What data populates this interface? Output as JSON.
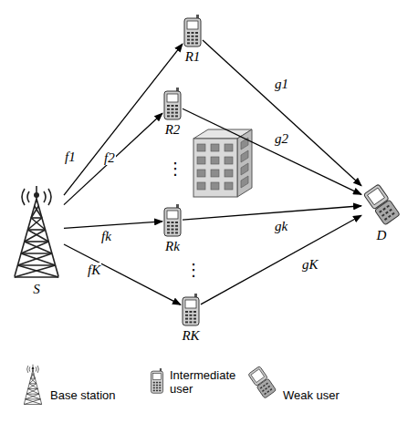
{
  "diagram": {
    "nodes": [
      {
        "text": [
          "S"
        ]
      },
      {
        "text": [
          "R1"
        ]
      },
      {
        "text": [
          "R2"
        ]
      },
      {
        "text": [
          "Rk"
        ]
      },
      {
        "text": [
          "RK"
        ]
      },
      {
        "text": [
          "D"
        ]
      }
    ],
    "edges": [
      {
        "from": 0,
        "to": 1,
        "arrow": "to",
        "label": "f1"
      },
      {
        "from": 0,
        "to": 2,
        "arrow": "to",
        "label": "f2"
      },
      {
        "from": 0,
        "to": 3,
        "arrow": "to",
        "label": "fk"
      },
      {
        "from": 0,
        "to": 4,
        "arrow": "to",
        "label": "fK"
      },
      {
        "from": 1,
        "to": 5,
        "arrow": "to",
        "label": "g1"
      },
      {
        "from": 2,
        "to": 5,
        "arrow": "to",
        "label": "g2"
      },
      {
        "from": 3,
        "to": 5,
        "arrow": "to",
        "label": "gk"
      },
      {
        "from": 4,
        "to": 5,
        "arrow": "to",
        "label": "gK"
      }
    ],
    "labels": [
      "⋮",
      "⋮"
    ],
    "legend": [
      {
        "text": "Base station"
      },
      {
        "text": "Intermediate user"
      },
      {
        "text": "Weak user"
      }
    ]
  }
}
